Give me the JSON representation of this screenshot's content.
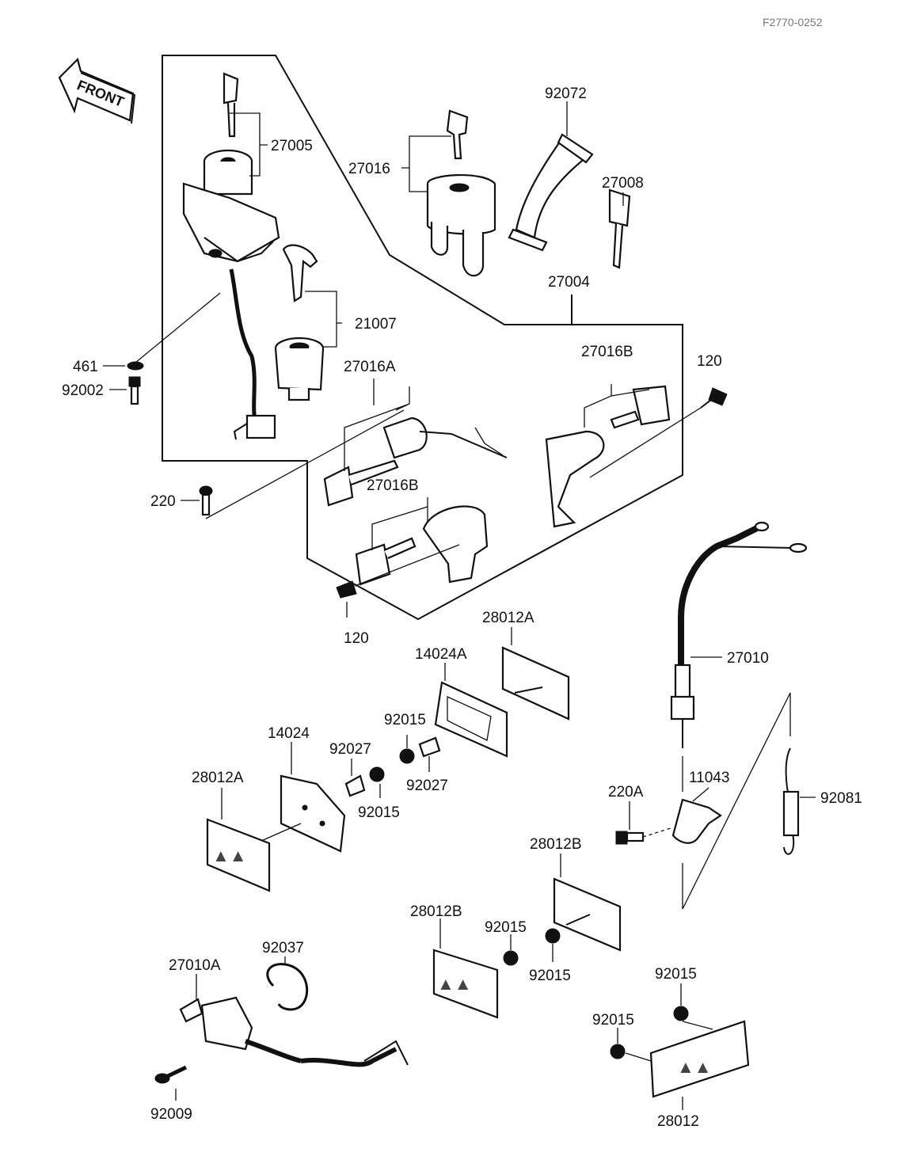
{
  "diagram_code": "F2770-0252",
  "front_label": "FRONT",
  "parts": [
    {
      "id": "p27005",
      "label": "27005"
    },
    {
      "id": "p27016",
      "label": "27016"
    },
    {
      "id": "p92072",
      "label": "92072"
    },
    {
      "id": "p27008",
      "label": "27008"
    },
    {
      "id": "p27004",
      "label": "27004"
    },
    {
      "id": "p21007",
      "label": "21007"
    },
    {
      "id": "p461",
      "label": "461"
    },
    {
      "id": "p92002",
      "label": "92002"
    },
    {
      "id": "p27016A",
      "label": "27016A"
    },
    {
      "id": "p27016B_top",
      "label": "27016B"
    },
    {
      "id": "p120_top",
      "label": "120"
    },
    {
      "id": "p220",
      "label": "220"
    },
    {
      "id": "p27016B_mid",
      "label": "27016B"
    },
    {
      "id": "p120_bottom",
      "label": "120"
    },
    {
      "id": "p28012A_top",
      "label": "28012A"
    },
    {
      "id": "p14024A",
      "label": "14024A"
    },
    {
      "id": "p27010",
      "label": "27010"
    },
    {
      "id": "p92015_a",
      "label": "92015"
    },
    {
      "id": "p14024",
      "label": "14024"
    },
    {
      "id": "p92027_a",
      "label": "92027"
    },
    {
      "id": "p92027_b",
      "label": "92027"
    },
    {
      "id": "p28012A_left",
      "label": "28012A"
    },
    {
      "id": "p92015_b",
      "label": "92015"
    },
    {
      "id": "p11043",
      "label": "11043"
    },
    {
      "id": "p220A",
      "label": "220A"
    },
    {
      "id": "p92081",
      "label": "92081"
    },
    {
      "id": "p28012B_right",
      "label": "28012B"
    },
    {
      "id": "p28012B_left",
      "label": "28012B"
    },
    {
      "id": "p92015_c",
      "label": "92015"
    },
    {
      "id": "p92015_d",
      "label": "92015"
    },
    {
      "id": "p92037",
      "label": "92037"
    },
    {
      "id": "p27010A",
      "label": "27010A"
    },
    {
      "id": "p92015_e",
      "label": "92015"
    },
    {
      "id": "p92015_f",
      "label": "92015"
    },
    {
      "id": "p92009",
      "label": "92009"
    },
    {
      "id": "p28012",
      "label": "28012"
    }
  ]
}
